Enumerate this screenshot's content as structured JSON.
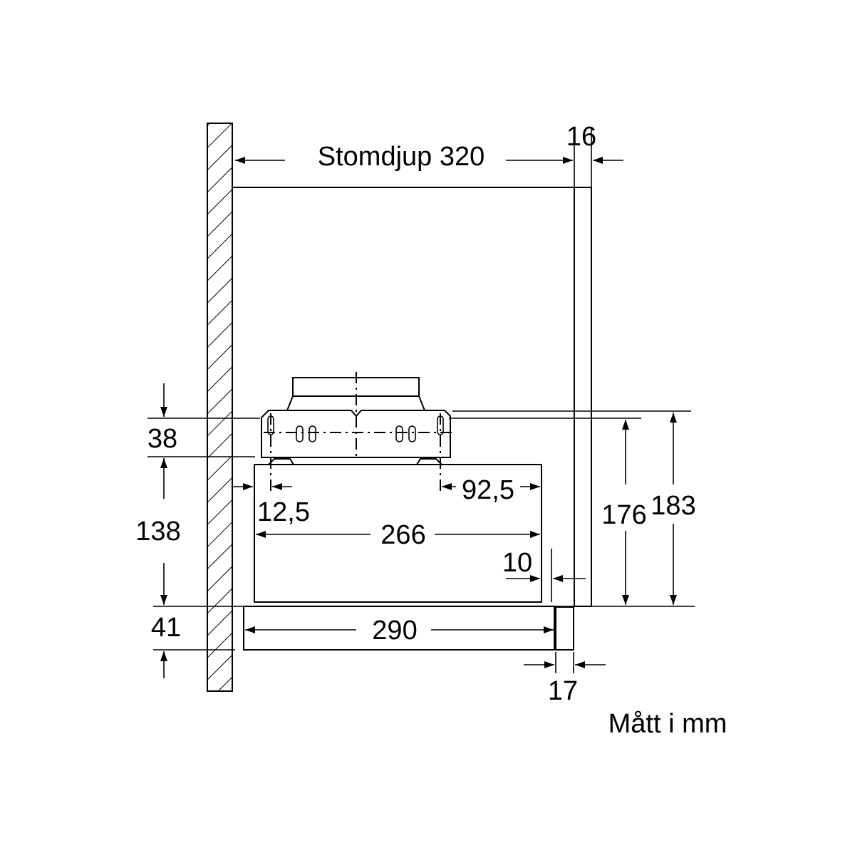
{
  "labels": {
    "depth": "Stomdjup 320",
    "panel": "16",
    "d38": "38",
    "d138": "138",
    "d41": "41",
    "d12_5": "12,5",
    "d92_5": "92,5",
    "d266": "266",
    "d10": "10",
    "d290": "290",
    "d17": "17",
    "d176": "176",
    "d183": "183",
    "units": "Mått i mm"
  },
  "colors": {
    "line": "#000000",
    "background": "#ffffff"
  }
}
